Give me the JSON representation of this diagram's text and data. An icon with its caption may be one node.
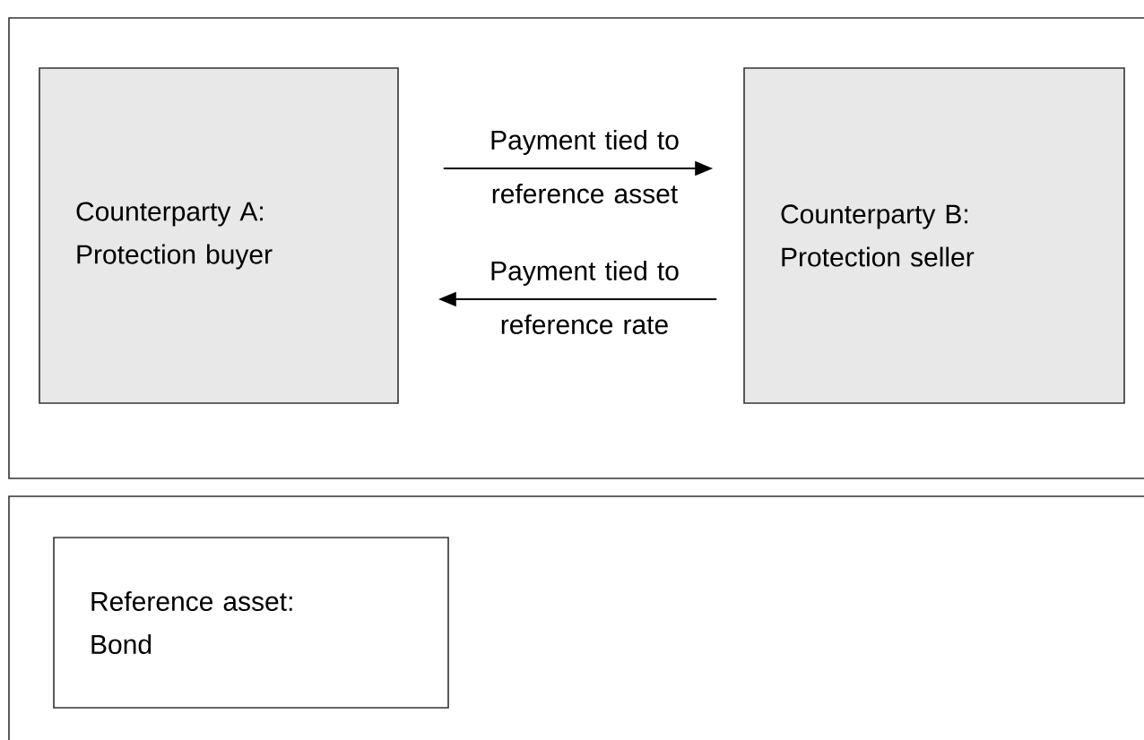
{
  "diagram": {
    "nodes": [
      {
        "text": [],
        "shape": "box"
      },
      {
        "text": [
          "Counterparty A: Protection buyer"
        ],
        "in": 0
      },
      {
        "text": [
          "Counterparty B: Protection seller"
        ],
        "in": 0
      },
      {
        "text": [],
        "shape": "box"
      },
      {
        "text": [
          "Reference asset: Bond"
        ],
        "in": 3
      }
    ],
    "edges": [
      {
        "from": 1,
        "to": 2,
        "arrow": "to",
        "label": "Payment tied to reference asset"
      },
      {
        "from": 2,
        "to": 1,
        "arrow": "to",
        "label": "Payment tied to reference rate"
      }
    ]
  }
}
